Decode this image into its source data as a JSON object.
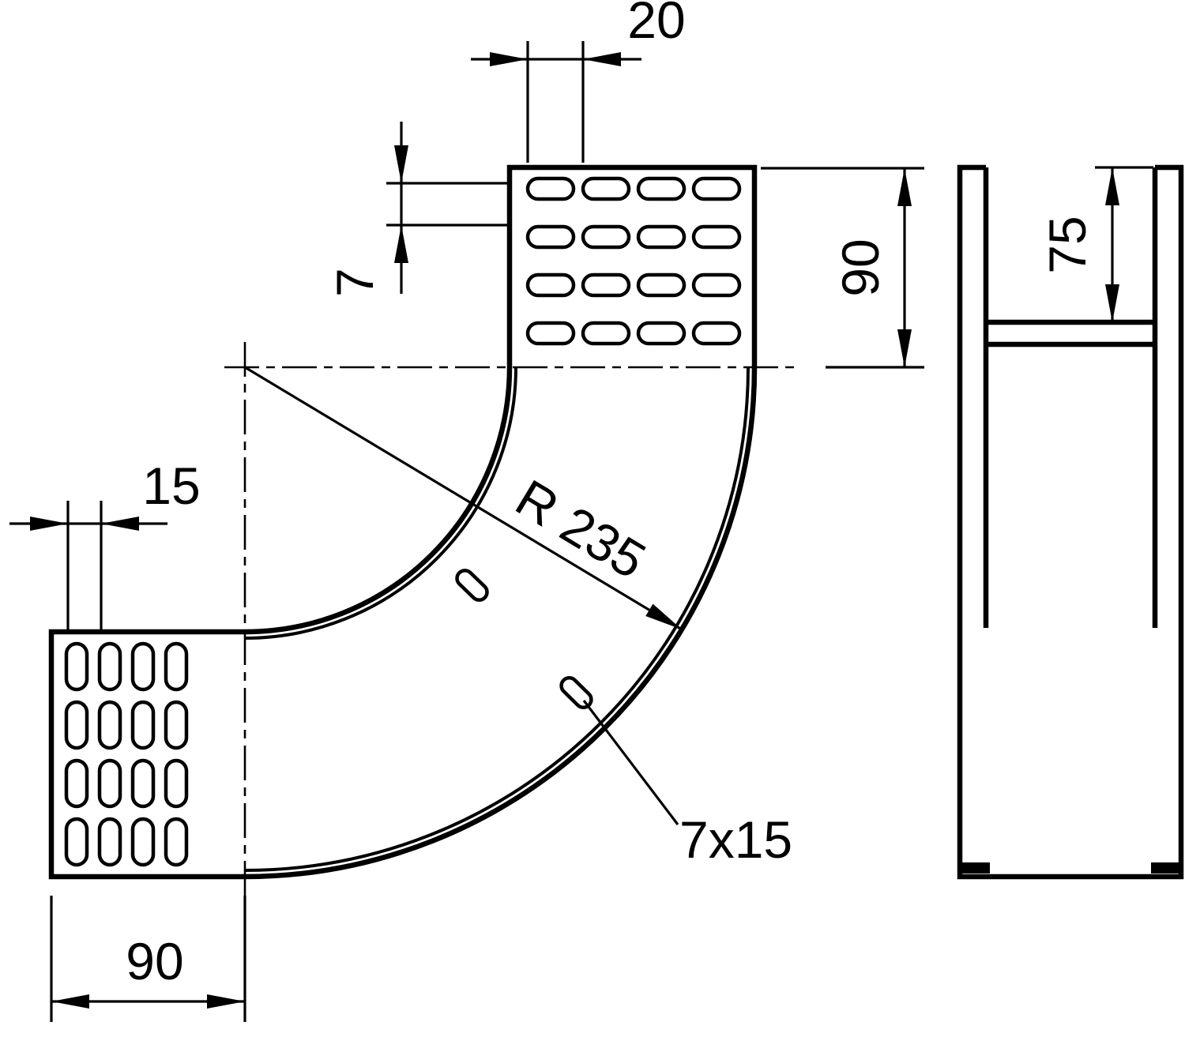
{
  "colors": {
    "line": "#000000",
    "background": "#ffffff"
  },
  "labels": {
    "top_slot_pitch": "20",
    "slot_height": "7",
    "upper_flange_height": "90",
    "profile_depth": "75",
    "left_slot_pitch": "15",
    "lower_flange_width": "90",
    "bend_radius": "R 235",
    "slot_dimensions": "7x15"
  }
}
